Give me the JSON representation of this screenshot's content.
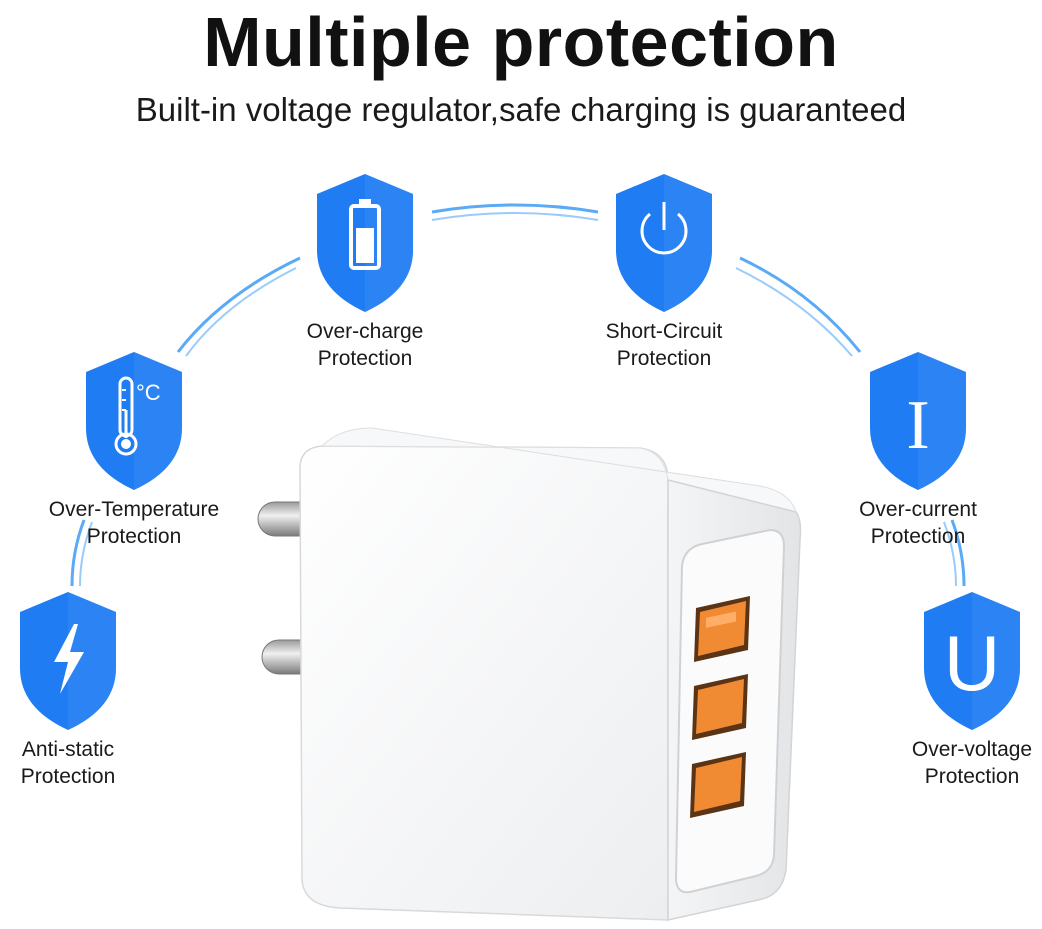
{
  "header": {
    "title": "Multiple protection",
    "subtitle": "Built-in voltage regulator,safe charging is guaranteed"
  },
  "features": [
    {
      "id": "over-charge",
      "icon": "battery-icon",
      "line1": "Over-charge",
      "line2": "Protection"
    },
    {
      "id": "short-circuit",
      "icon": "power-icon",
      "line1": "Short-Circuit",
      "line2": "Protection"
    },
    {
      "id": "over-temperature",
      "icon": "thermometer-icon",
      "icon_text": "°C",
      "line1": "Over-Temperature",
      "line2": "Protection"
    },
    {
      "id": "over-current",
      "icon": "current-icon",
      "icon_text": "I",
      "line1": "Over-current",
      "line2": "Protection"
    },
    {
      "id": "anti-static",
      "icon": "lightning-icon",
      "line1": "Anti-static",
      "line2": "Protection"
    },
    {
      "id": "over-voltage",
      "icon": "voltage-icon",
      "icon_text": "U",
      "line1": "Over-voltage",
      "line2": "Protection"
    }
  ],
  "product": {
    "name": "usb-wall-charger",
    "usb_ports": 3
  },
  "colors": {
    "shield_blue": "#1f7cf2",
    "arc_blue": "#4fa3f5",
    "port_orange": "#f08a33",
    "title_black": "#111111"
  }
}
